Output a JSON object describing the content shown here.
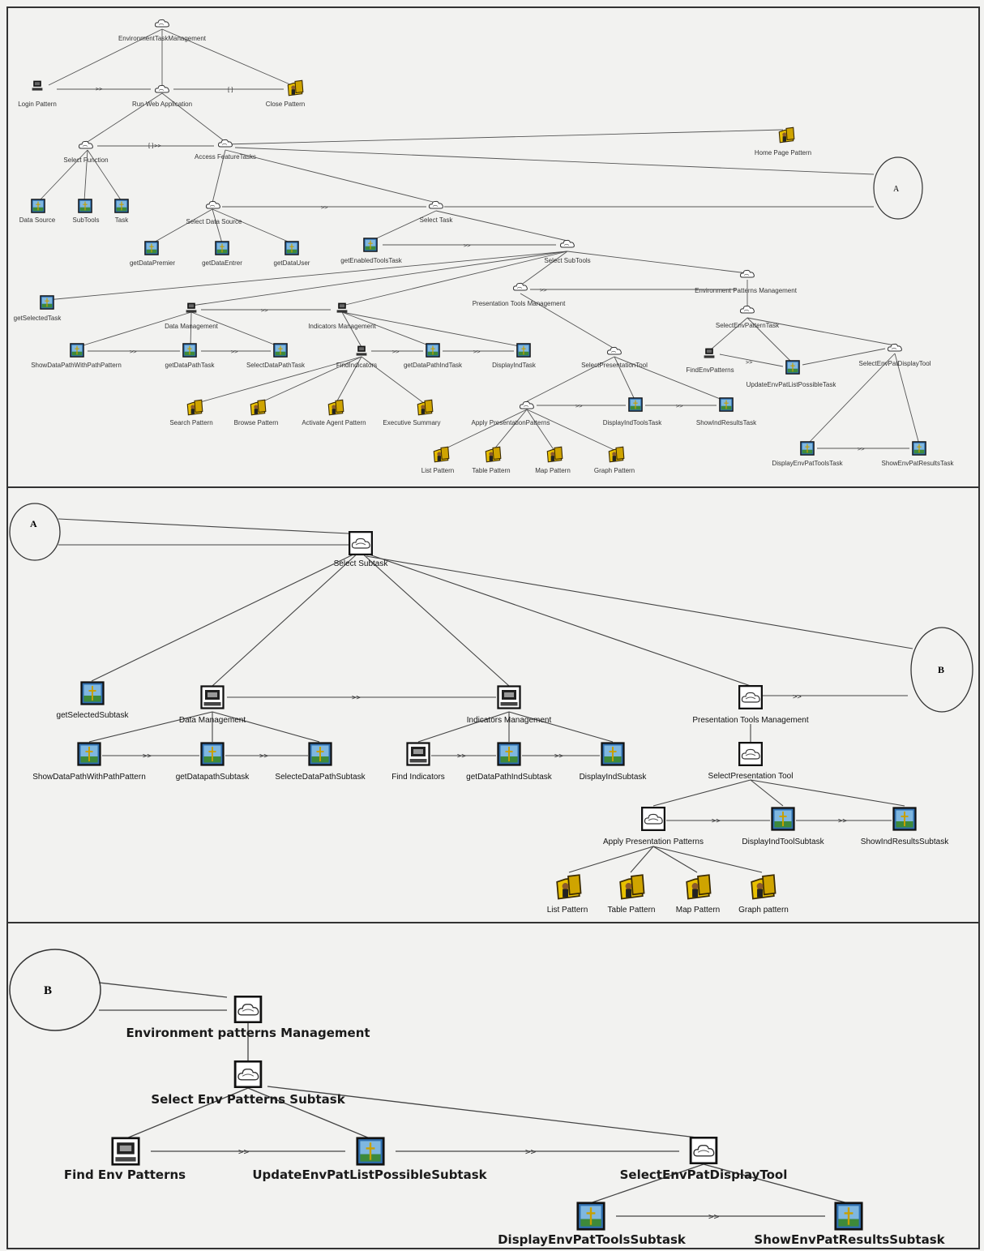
{
  "panel1": {
    "nodes": {
      "env_mgmt": "EnvironmentTaskManagement",
      "login": "Login Pattern",
      "run_web": "Run Web Application",
      "close": "Close Pattern",
      "select_function": "Select Function",
      "access_features": "Access FeatureTasks",
      "home_page": "Home Page Pattern",
      "data_source": "Data Source",
      "subtools": "SubTools",
      "task": "Task",
      "select_data_source": "Select Data Source",
      "select_task": "Select Task",
      "get_data_premier": "getDataPremier",
      "get_data_entrer": "getDataEntrer",
      "get_data_user": "getDataUser",
      "get_enabled_tools": "getEnabledToolsTask",
      "select_sub_tools": "Select SubTools",
      "get_selected_task": "getSelectedTask",
      "data_management": "Data Management",
      "indicators_mgmt": "Indicators Management",
      "presentation_tools_mgmt": "Presentation Tools Management",
      "env_patterns_mgmt": "Environment Patterns Management",
      "select_env_pattern_task": "SelectEnvPatternTask",
      "show_data_path": "ShowDataPathWithPathPattern",
      "get_data_path_task": "getDataPathTask",
      "select_data_path_task": "SelectDataPathTask",
      "find_indicators": "FindIndicators",
      "get_data_path_ind": "getDataPathIndTask",
      "display_ind_task": "DisplayIndTask",
      "select_presentation_tool": "SelectPresentationTool",
      "find_env_patterns": "FindEnvPatterns",
      "update_env_pat": "UpdateEnvPatListPossibleTask",
      "select_env_pat_display": "SelectEnvPatDisplayTool",
      "search_pattern": "Search Pattern",
      "browse_pattern": "Browse Pattern",
      "activate_agent": "Activate Agent Pattern",
      "executive_summary": "Executive Summary",
      "apply_presentation": "Apply PresentationPatterns",
      "display_ind_tools": "DisplayIndToolsTask",
      "show_ind_results": "ShowIndResultsTask",
      "list_pattern": "List Pattern",
      "table_pattern": "Table Pattern",
      "map_pattern": "Map Pattern",
      "graph_pattern": "Graph Pattern",
      "display_env_pat_tools": "DisplayEnvPatToolsTask",
      "show_env_pat_results": "ShowEnvPatResultsTask"
    },
    "connector_a": "A"
  },
  "panel2": {
    "connector_a": "A",
    "connector_b": "B",
    "nodes": {
      "select_subtask": "Select Subtask",
      "get_selected_subtask": "getSelectedSubtask",
      "data_management": "Data Management",
      "indicators_management": "Indicators Management",
      "presentation_tools_management": "Presentation Tools Management",
      "show_data_path": "ShowDataPathWithPathPattern",
      "get_datapath_subtask": "getDatapathSubtask",
      "select_data_path_subtask": "SelecteDataPathSubtask",
      "find_indicators": "Find Indicators",
      "get_data_path_ind_subtask": "getDataPathIndSubtask",
      "display_ind_subtask": "DisplayIndSubtask",
      "select_presentation_tool": "SelectPresentation Tool",
      "apply_presentation_patterns": "Apply Presentation Patterns",
      "display_ind_tool_subtask": "DisplayIndToolSubtask",
      "show_ind_results_subtask": "ShowIndResultsSubtask",
      "list_pattern": "List Pattern",
      "table_pattern": "Table Pattern",
      "map_pattern": "Map Pattern",
      "graph_pattern": "Graph pattern"
    }
  },
  "panel3": {
    "connector_b": "B",
    "nodes": {
      "env_patterns_management": "Environment patterns Management",
      "select_env_patterns_subtask": "Select Env Patterns Subtask",
      "find_env_patterns": "Find Env Patterns",
      "update_env_pat_list": "UpdateEnvPatListPossibleSubtask",
      "select_env_pat_display_tool": "SelectEnvPatDisplayTool",
      "display_env_pat_tools_subtask": "DisplayEnvPatToolsSubtask",
      "show_env_pat_results_subtask": "ShowEnvPatResultsSubtask"
    }
  },
  "operators": {
    "enabling": ">>",
    "choice": "[]",
    "enabling_info": "[]>>"
  },
  "colors": {
    "line": "#444444",
    "panel_border": "#333333",
    "application_icon": "#2f6fb0",
    "interaction_icon_body": "#d9a800",
    "abstract_icon": "#ffffff"
  }
}
